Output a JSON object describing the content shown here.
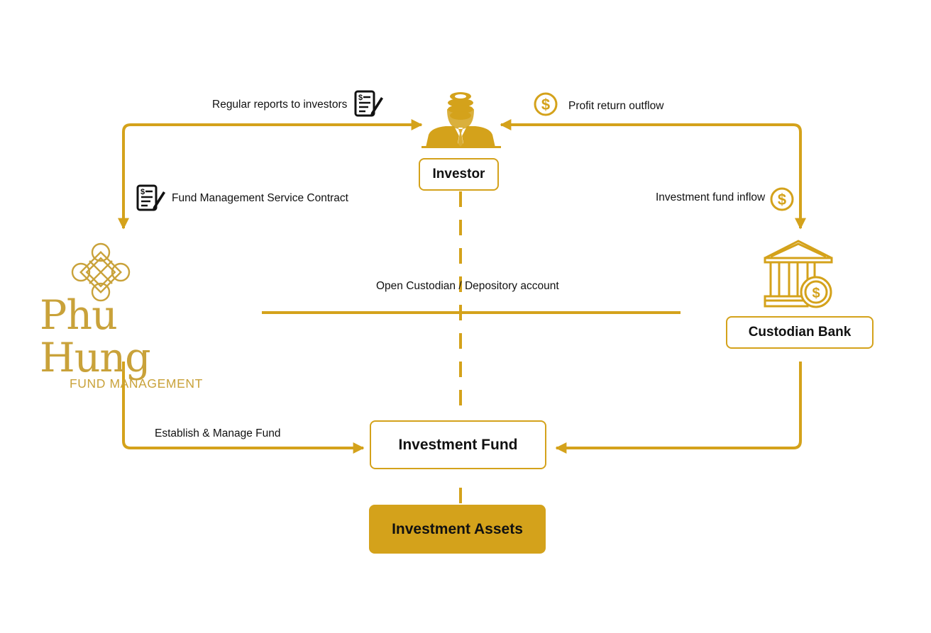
{
  "nodes": {
    "investor": "Investor",
    "custodian_bank": "Custodian Bank",
    "investment_fund": "Investment Fund",
    "investment_assets": "Investment Assets"
  },
  "brand": {
    "name": "Phu Hung",
    "subtitle": "FUND MANAGEMENT"
  },
  "edges": {
    "regular_reports": "Regular reports to investors",
    "profit_return": "Profit return outflow",
    "service_contract": "Fund Management Service Contract",
    "fund_inflow": "Investment fund inflow",
    "open_account": "Open Custodian / Depository account",
    "establish_manage": "Establish & Manage Fund"
  },
  "colors": {
    "accent": "#d4a21b",
    "brand": "#c9a23a",
    "text": "#111111"
  },
  "icons": {
    "investor": "investor-coins-icon",
    "bank": "bank-dollar-icon",
    "dollar": "dollar-coin-icon",
    "document": "contract-document-icon",
    "logo": "knot-logo-icon"
  }
}
